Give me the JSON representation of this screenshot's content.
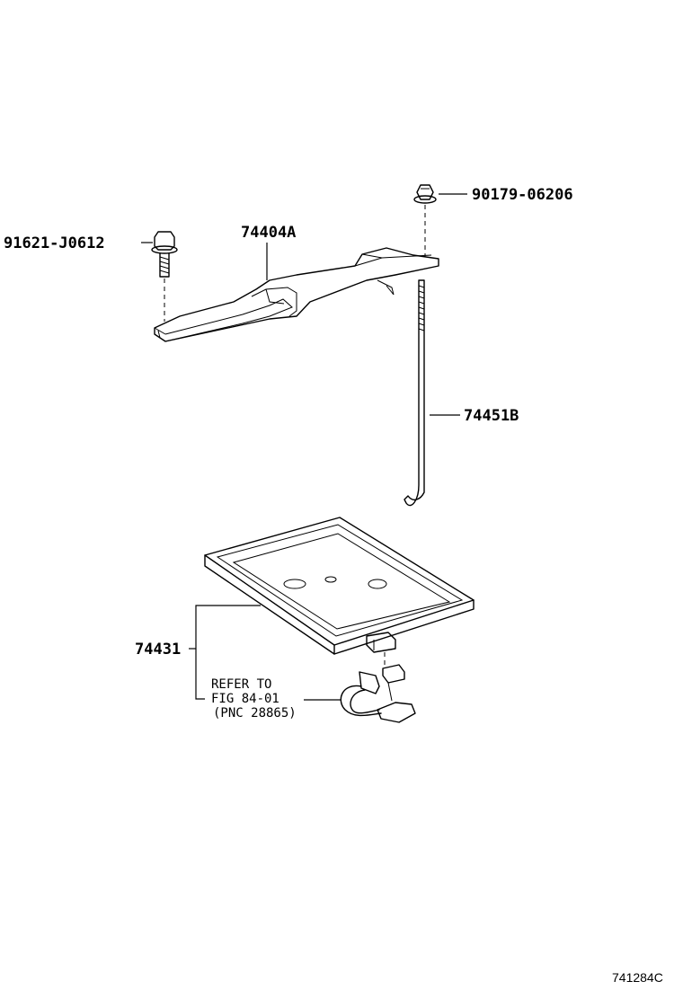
{
  "parts": {
    "nut_label": "90179-06206",
    "bolt_label": "91621-J0612",
    "clamp_label": "74404A",
    "rod_label": "74451B",
    "tray_label": "74431"
  },
  "reference": {
    "line1": "REFER TO",
    "line2": "FIG 84-01",
    "line3": "(PNC 28865)"
  },
  "figure_id": "741284C"
}
